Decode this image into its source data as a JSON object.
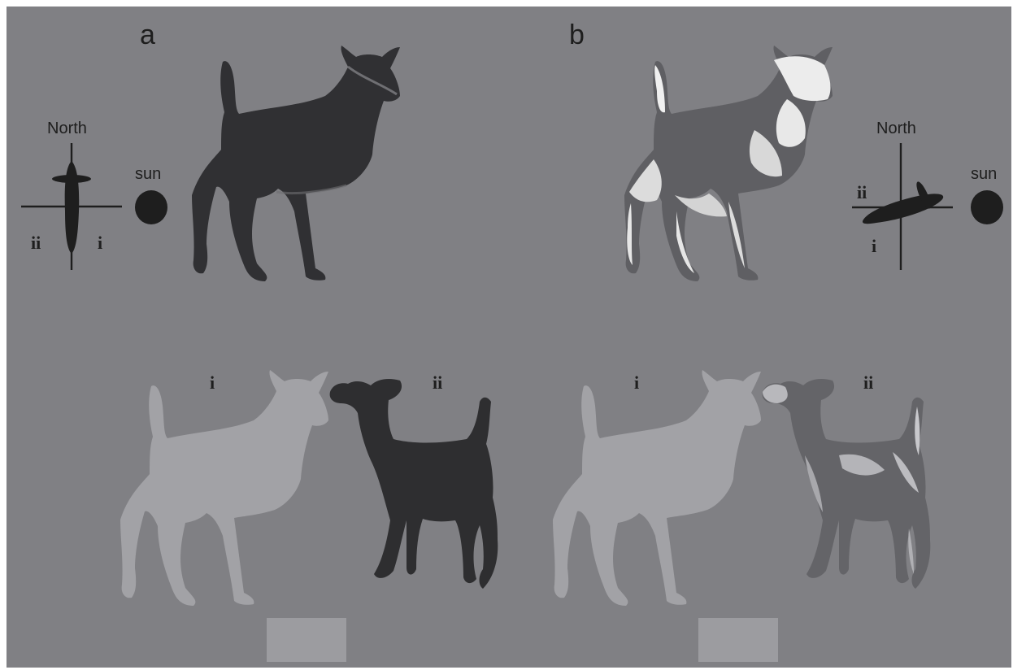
{
  "panels": [
    {
      "letter": "a",
      "compass": {
        "north_label": "North",
        "sun_label": "sun",
        "left_label": "ii",
        "right_label": "i"
      },
      "views": [
        {
          "label": "i"
        },
        {
          "label": "ii"
        }
      ]
    },
    {
      "letter": "b",
      "compass": {
        "north_label": "North",
        "sun_label": "sun",
        "upper_label": "ii",
        "lower_label": "i"
      },
      "views": [
        {
          "label": "i"
        },
        {
          "label": "ii"
        }
      ]
    }
  ],
  "colors": {
    "background": "#808084",
    "ink": "#1e1e1e",
    "dark_deer": "#2e2e30",
    "pale_silhouette": "#a2a2a6",
    "swatch": "#9c9ca0"
  }
}
